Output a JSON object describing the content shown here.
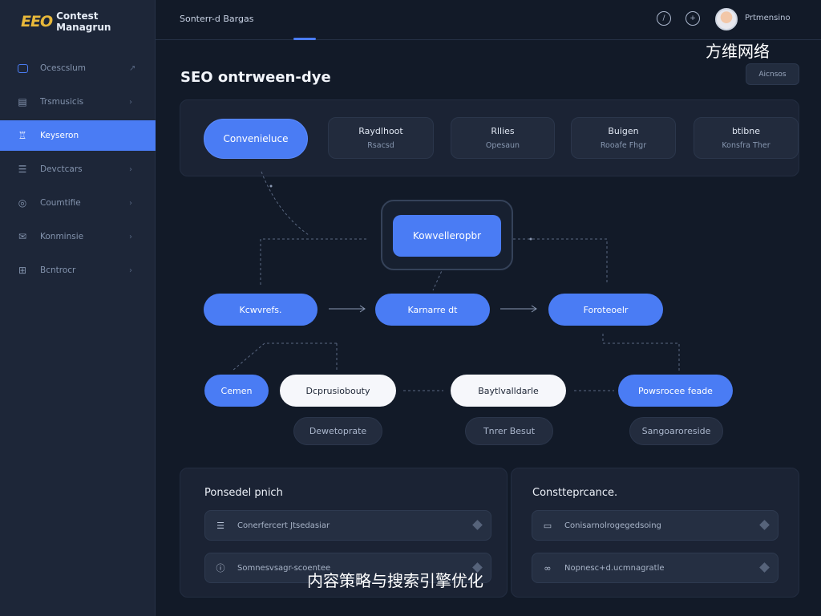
{
  "brand": {
    "logo": "EEO",
    "name": "Contest Managrun"
  },
  "sidebar": {
    "items": [
      {
        "label": "Ocescslum",
        "icon": "monitor-icon",
        "active": false
      },
      {
        "label": "Trsmusicis",
        "icon": "document-icon",
        "active": false
      },
      {
        "label": "Keyseron",
        "icon": "chart-icon",
        "active": true
      },
      {
        "label": "Devctcars",
        "icon": "list-icon",
        "active": false
      },
      {
        "label": "Coumtifie",
        "icon": "chat-icon",
        "active": false
      },
      {
        "label": "Konminsie",
        "icon": "mail-icon",
        "active": false
      },
      {
        "label": "Bcntrocr",
        "icon": "grid-icon",
        "active": false
      }
    ]
  },
  "topbar": {
    "tab": "Sonterr-d Bargas",
    "user": "Prtmensino"
  },
  "watermark": "方维网络",
  "page_title": "SEO ontrween-dye",
  "top_right_button": "Aicnsos",
  "steps": [
    {
      "line1": "Convenieluce",
      "line2": "",
      "active": true
    },
    {
      "line1": "Raydlhoot",
      "line2": "Rsacsd",
      "active": false
    },
    {
      "line1": "Rllies",
      "line2": "Opesaun",
      "active": false
    },
    {
      "line1": "Buigen",
      "line2": "Rooafe Fhgr",
      "active": false
    },
    {
      "line1": "btibne",
      "line2": "Konsfra Ther",
      "active": false
    }
  ],
  "flow": {
    "center": "Kowvelleropbr",
    "row1": [
      "Kcwvrefs.",
      "Karnarre dt",
      "Foroteoelr"
    ],
    "row2": [
      "Cemen",
      "Dcprusiobouty",
      "Baytlvalldarle",
      "Powsrocee feade"
    ],
    "row3": [
      "Dewetoprate",
      "Tnrer Besut",
      "Sangoaroreside"
    ]
  },
  "card_left": {
    "title": "Ponsedel pnich",
    "rows": [
      {
        "icon": "lines-icon",
        "label": "Conerfercert Jtsedasiar"
      },
      {
        "icon": "info-icon",
        "label": "Somnesvsagr-scoentee"
      }
    ]
  },
  "card_right": {
    "title": "Constteprcance.",
    "rows": [
      {
        "icon": "chat-icon",
        "label": "Conisarnolrogegedsoing"
      },
      {
        "icon": "link-icon",
        "label": "Nopnesc+d.ucmnagratle"
      }
    ]
  },
  "caption": "内容策略与搜索引擎优化",
  "colors": {
    "accent": "#4a7cf4",
    "sidebar": "#1d2638",
    "background": "#121a28"
  }
}
